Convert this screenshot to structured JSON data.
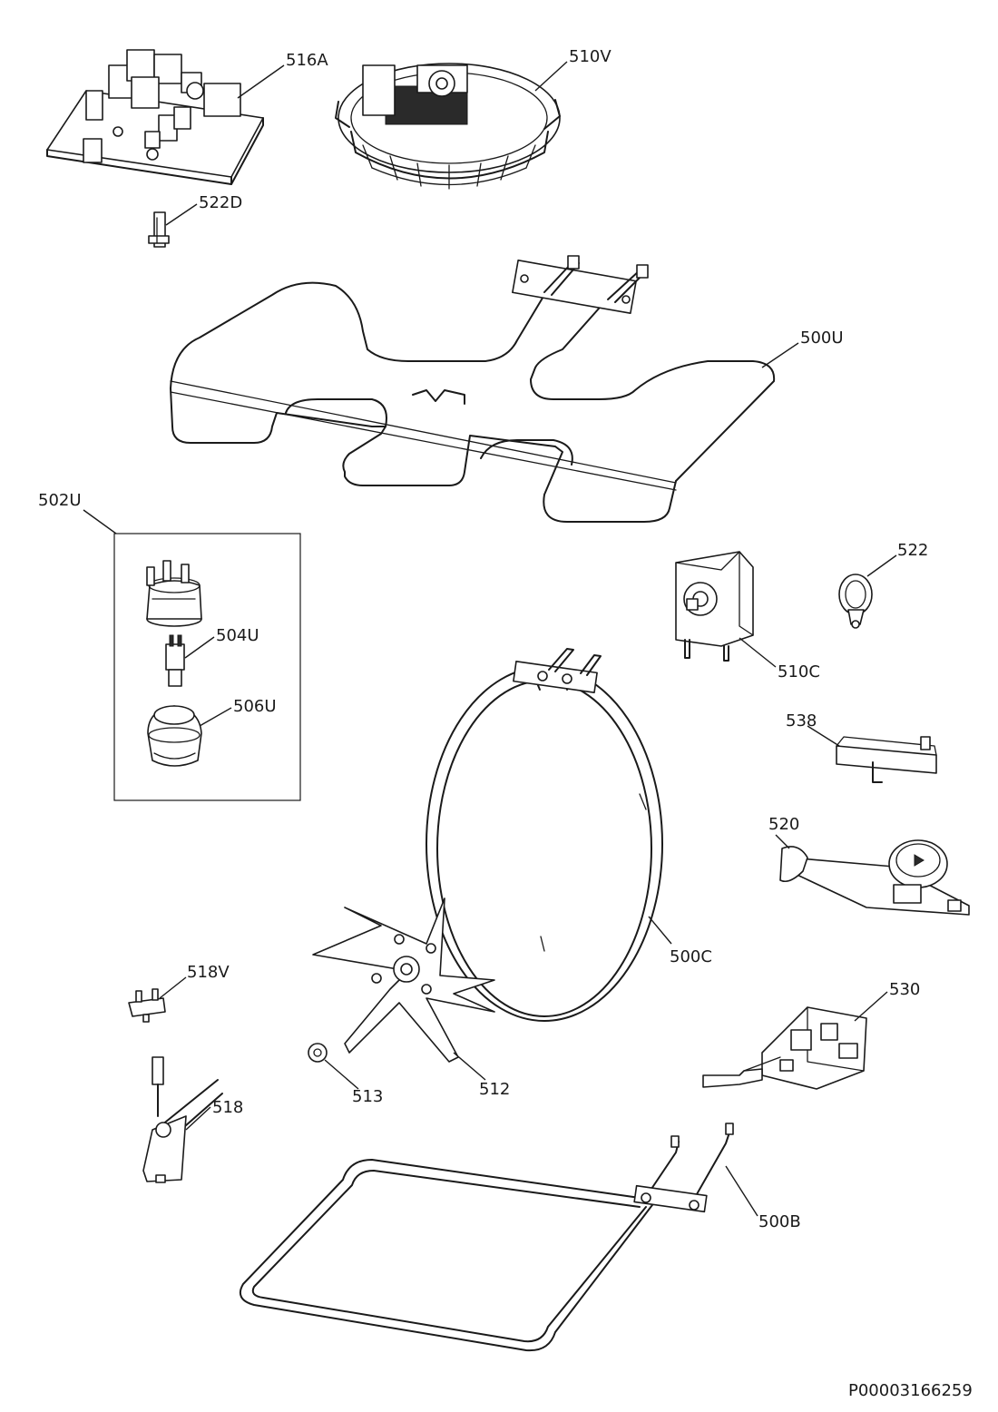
{
  "callouts": {
    "c516A": "516A",
    "c510V": "510V",
    "c522D": "522D",
    "c500U": "500U",
    "c502U": "502U",
    "c504U": "504U",
    "c506U": "506U",
    "c522": "522",
    "c510C": "510C",
    "c538": "538",
    "c520": "520",
    "c500C": "500C",
    "c518V": "518V",
    "c513": "513",
    "c512": "512",
    "c518": "518",
    "c530": "530",
    "c500B": "500B"
  },
  "document_id": "P00003166259"
}
